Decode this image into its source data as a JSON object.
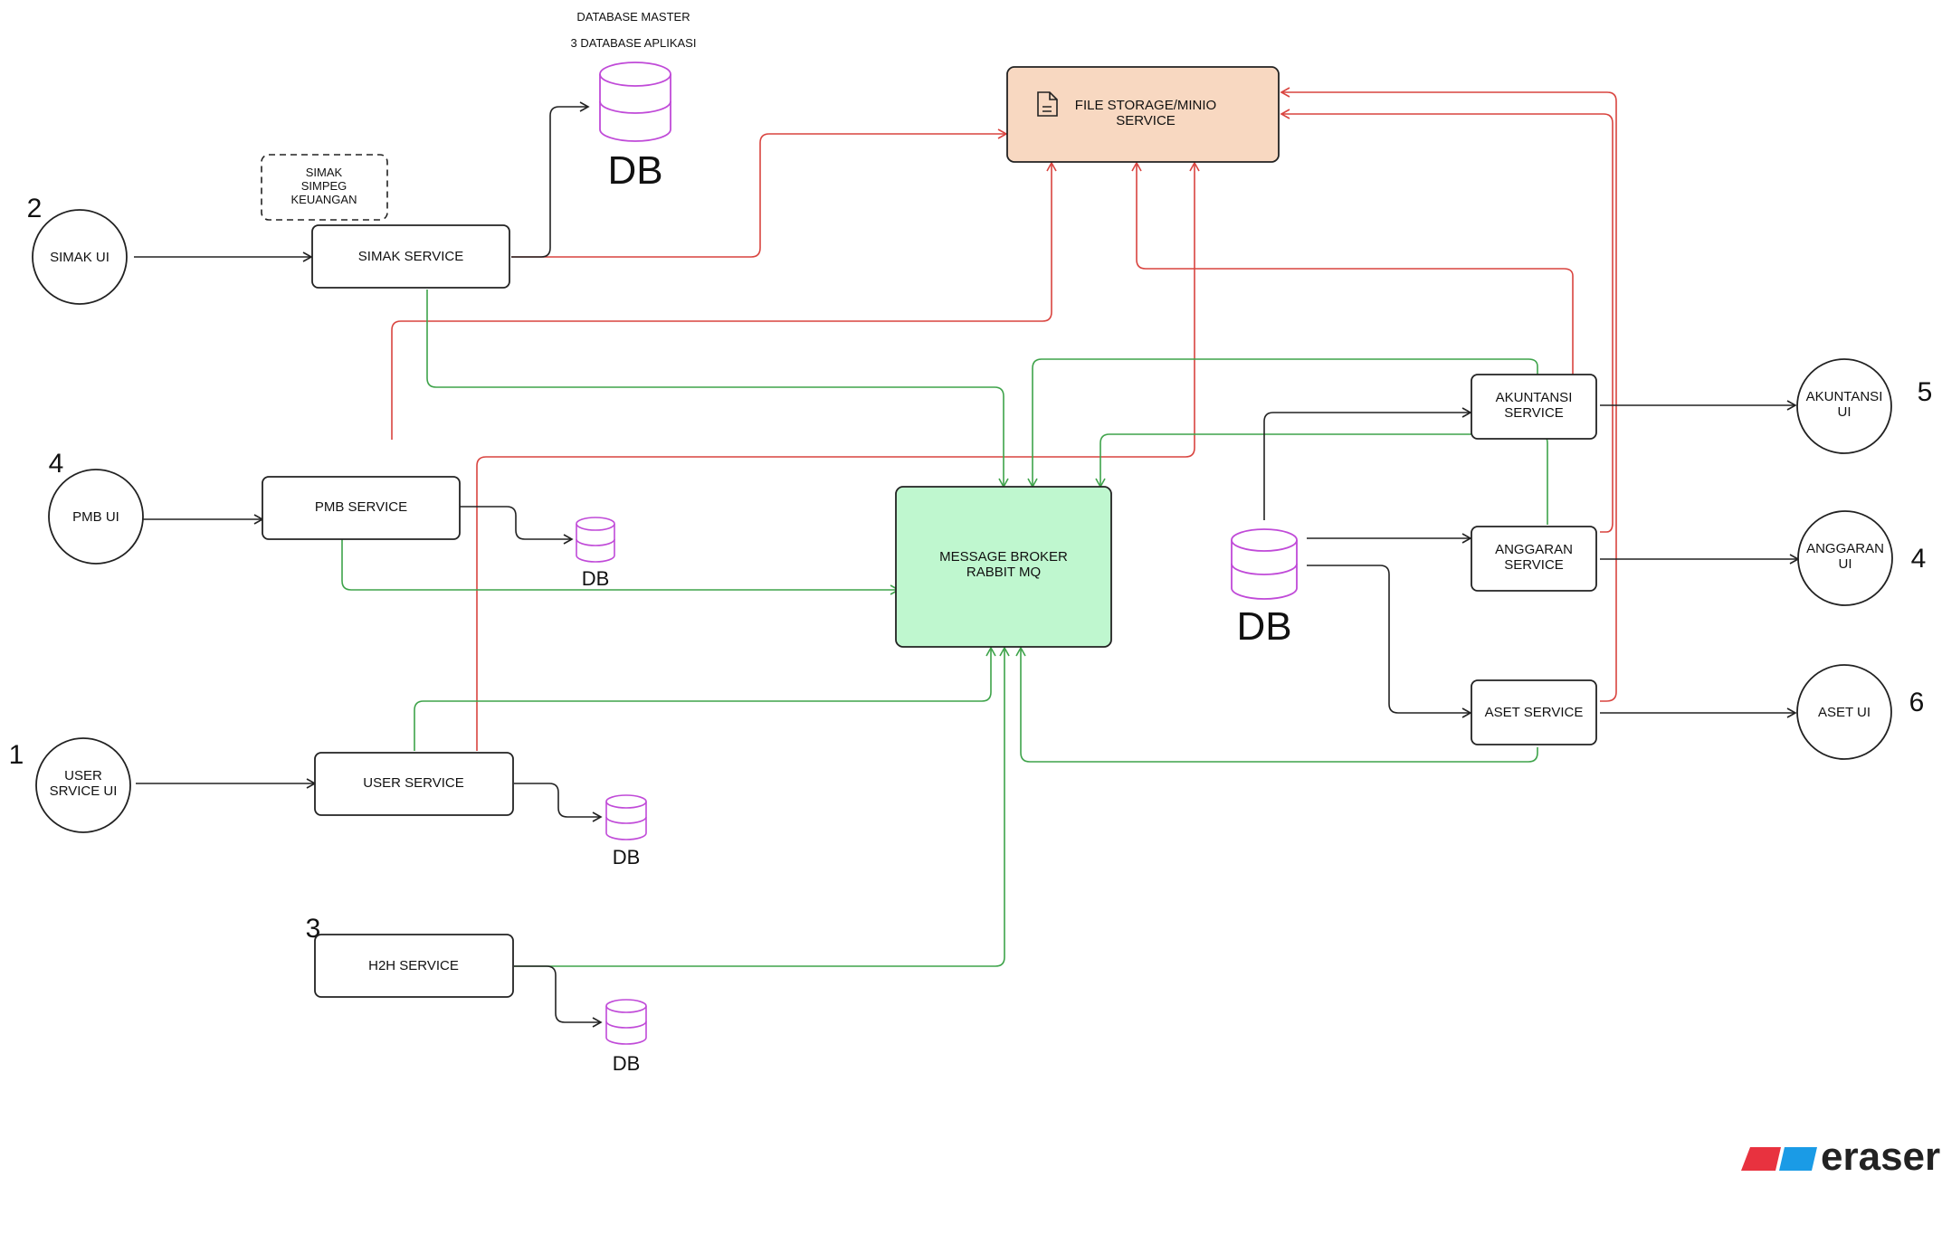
{
  "colors": {
    "storage_fill": "#f8d8c1",
    "broker_fill": "#bff7cf",
    "db_stroke": "#c04ad8",
    "red_line": "#d9443f",
    "green_line": "#3ea34a",
    "black_line": "#222222"
  },
  "header": {
    "db_master": "DATABASE MASTER",
    "db_apps": "3 DATABASE APLIKASI"
  },
  "nodes": {
    "file_storage": {
      "line1": "FILE STORAGE/MINIO",
      "line2": "SERVICE",
      "icon": "file-icon"
    },
    "message_broker": {
      "line1": "MESSAGE BROKER",
      "line2": "RABBIT MQ"
    },
    "simak_service": "SIMAK SERVICE",
    "pmb_service": "PMB SERVICE",
    "user_service": "USER SERVICE",
    "h2h_service": "H2H SERVICE",
    "akuntansi_service": {
      "line1": "AKUNTANSI",
      "line2": "SERVICE"
    },
    "anggaran_service": {
      "line1": "ANGGARAN",
      "line2": "SERVICE"
    },
    "aset_service": "ASET SERVICE",
    "simak_note": {
      "line1": "SIMAK",
      "line2": "SIMPEG",
      "line3": "KEUANGAN"
    }
  },
  "uis": {
    "simak_ui": "SIMAK UI",
    "pmb_ui": "PMB UI",
    "user_ui": {
      "line1": "USER",
      "line2": "SRVICE UI"
    },
    "akuntansi_ui": {
      "line1": "AKUNTANSI",
      "line2": "UI"
    },
    "anggaran_ui": {
      "line1": "ANGGARAN",
      "line2": "UI"
    },
    "aset_ui": "ASET UI"
  },
  "numbers": {
    "simak": "2",
    "pmb": "4",
    "user": "1",
    "h2h": "3",
    "akuntansi": "5",
    "anggaran": "4",
    "aset": "6"
  },
  "db_labels": {
    "master": "DB",
    "pmb": "DB",
    "user": "DB",
    "h2h": "DB",
    "finance": "DB"
  },
  "logo": {
    "text": "eraser",
    "red": "#e8323f",
    "blue": "#1a9be6"
  }
}
